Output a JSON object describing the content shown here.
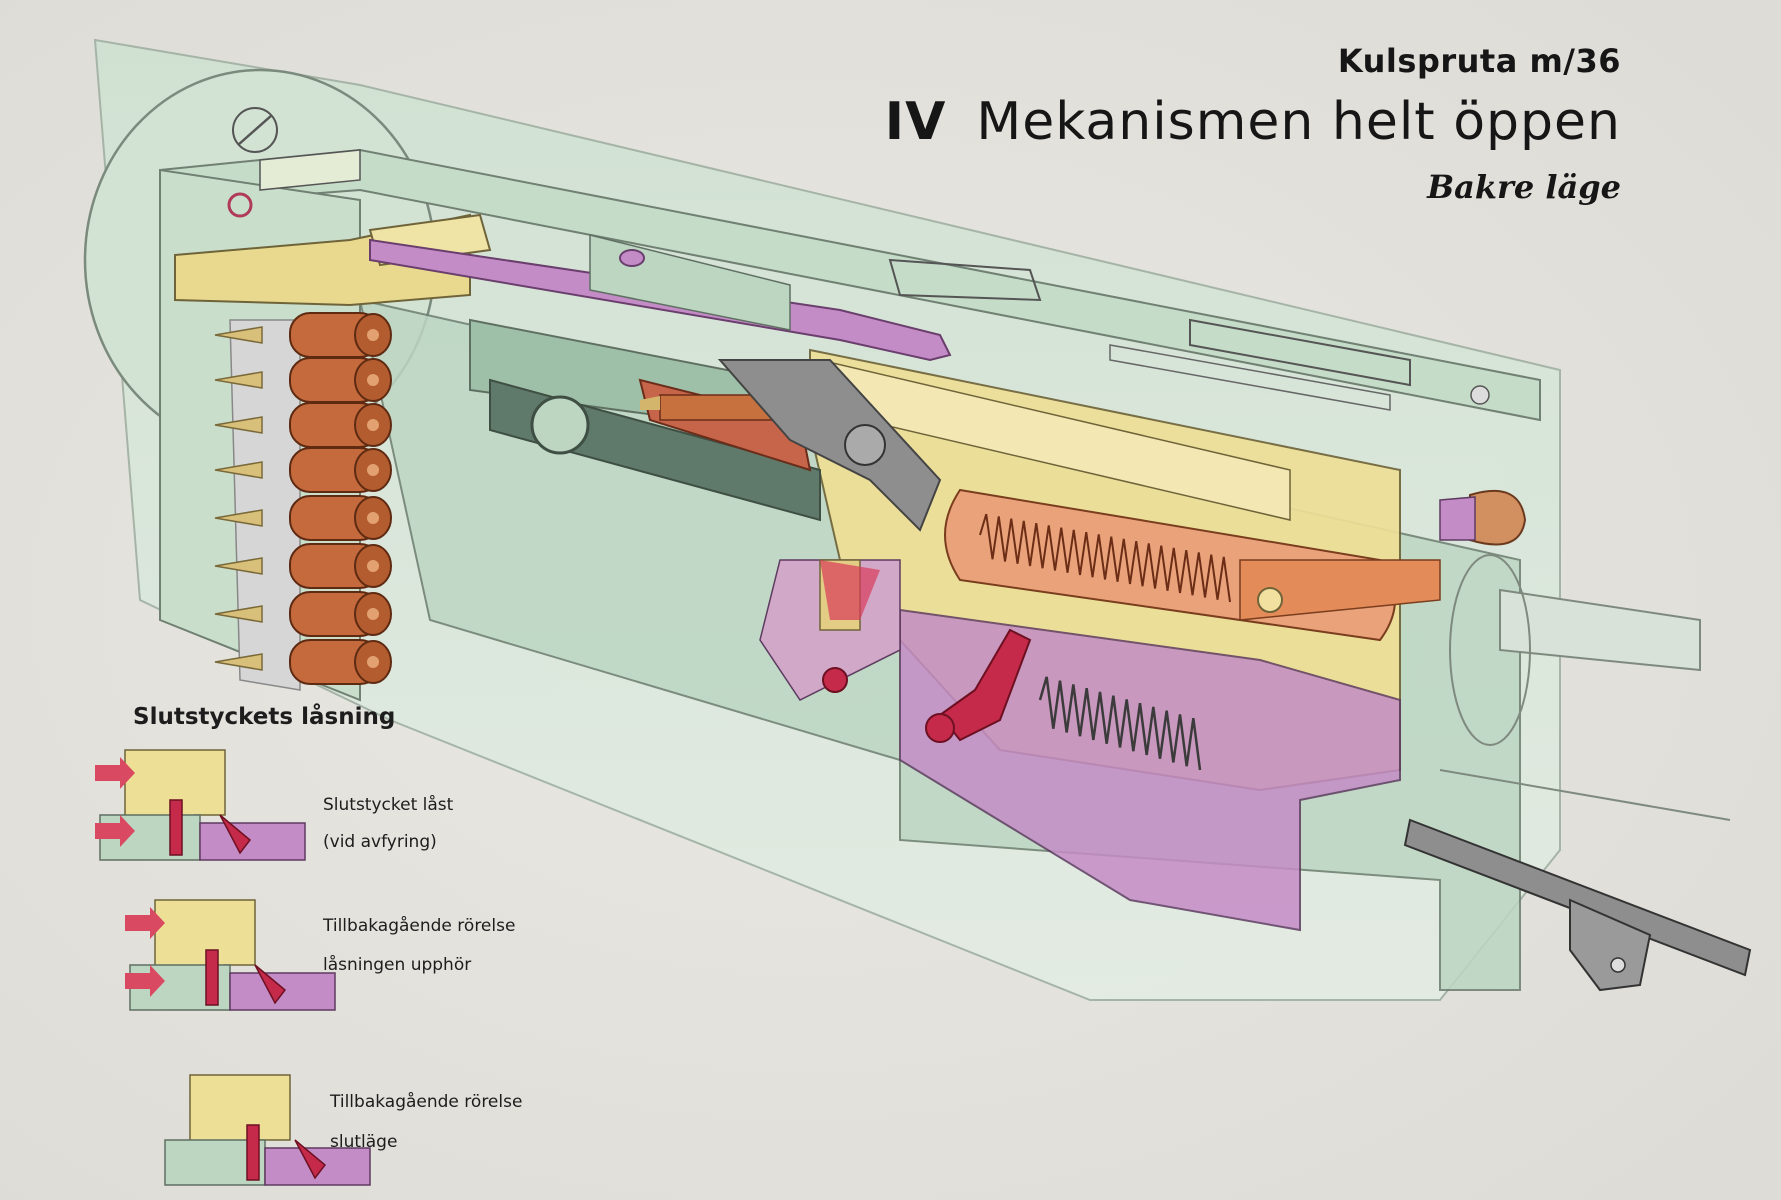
{
  "header": {
    "model": "Kulspruta m/36",
    "title_number": "IV",
    "title": "Mekanismen helt öppen",
    "subtitle": "Bakre läge"
  },
  "locking": {
    "title": "Slutstyckets låsning",
    "steps": [
      {
        "line1": "Slutstycket låst",
        "line2": "(vid avfyring)"
      },
      {
        "line1": "Tillbakagående rörelse",
        "line2": "låsningen upphör"
      },
      {
        "line1": "Tillbakagående rörelse",
        "line2": "slutläge"
      }
    ]
  },
  "colors": {
    "background": "#e6e5e0",
    "housing_green": "#bcd6c2",
    "bolt_yellow": "#eedf96",
    "lock_purple": "#c48cc6",
    "cartridge_copper": "#c46a3c",
    "trigger_red": "#c52a4a",
    "steel_gray": "#8e8e8e"
  }
}
